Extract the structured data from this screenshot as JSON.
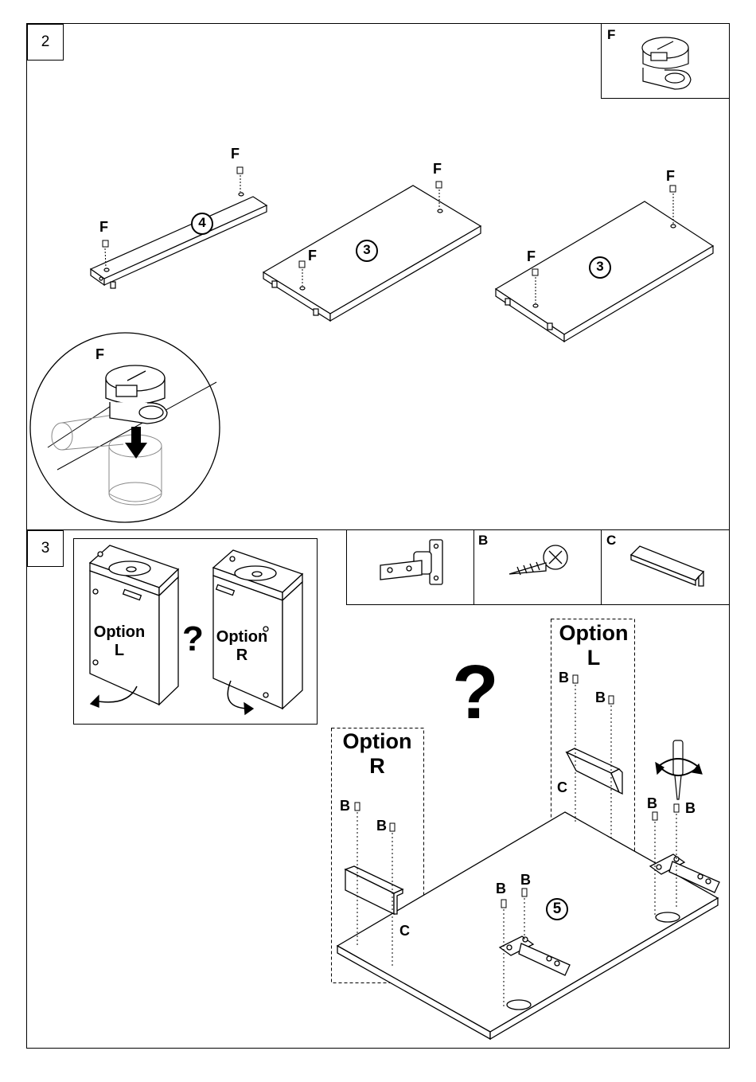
{
  "step2": {
    "number": "2",
    "inset_label": "F",
    "panels": [
      {
        "number": "4",
        "labels": [
          "F",
          "F"
        ]
      },
      {
        "number": "3",
        "labels": [
          "F",
          "F"
        ]
      },
      {
        "number": "3",
        "labels": [
          "F",
          "F"
        ]
      }
    ],
    "detail_label": "F"
  },
  "step3": {
    "number": "3",
    "option_left": {
      "line1": "Option",
      "line2": "L"
    },
    "option_right": {
      "line1": "Option",
      "line2": "R"
    },
    "question": "?",
    "parts": [
      {
        "label": "",
        "icon": "hinge-icon"
      },
      {
        "label": "B",
        "icon": "screw-icon"
      },
      {
        "label": "C",
        "icon": "handle-rail-icon"
      }
    ],
    "big_question": "?",
    "assembly_option_l": {
      "line1": "Option",
      "line2": "L"
    },
    "assembly_option_r": {
      "line1": "Option",
      "line2": "R"
    },
    "panel_number": "5",
    "labels": {
      "b": "B",
      "c": "C"
    }
  }
}
